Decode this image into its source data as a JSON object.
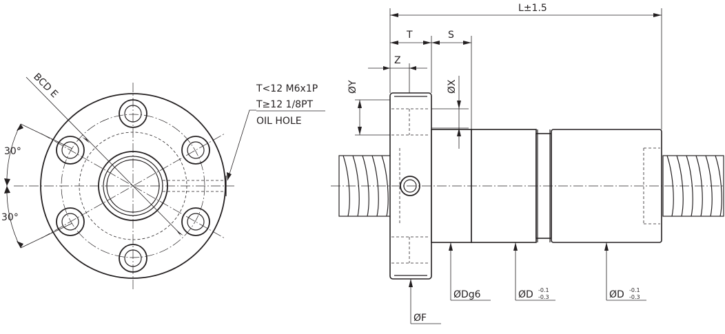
{
  "dimensions": {
    "overall_length": "L±1.5",
    "flange_thickness": "T",
    "seal_length": "S",
    "z": "Z",
    "bolt_hole_y": "ØY",
    "bolt_hole_x": "ØX",
    "pilot_diameter": "ØDg6",
    "body_diameter_1": "ØD",
    "body_diameter_2": "ØD",
    "flange_diameter": "ØF",
    "tolerance_upper": "-0.1",
    "tolerance_lower": "-0.3",
    "bolt_circle": "BCD E",
    "angle_top": "30°",
    "angle_bottom": "30°"
  },
  "oil_hole": {
    "line1": "T<12  M6x1P",
    "line2": "T≥12  1/8PT",
    "line3": "OIL HOLE"
  }
}
